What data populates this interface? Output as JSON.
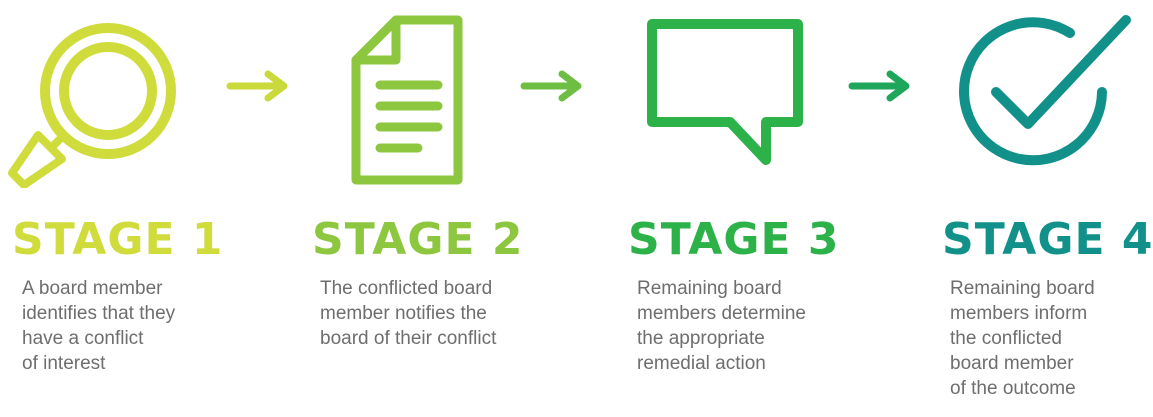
{
  "colors": {
    "stage1": "#cfdc3c",
    "stage2": "#8dc63f",
    "stage3": "#2db24a",
    "stage4": "#12918a",
    "arrow1": "#c9da3a",
    "arrow2": "#6fbe44",
    "arrow3": "#1ea75a",
    "text": "#6e6e6e"
  },
  "stages": [
    {
      "title": "STAGE 1",
      "description": "A board member\nidentifies that they\nhave a conflict\nof interest",
      "icon": "magnifying-glass-icon"
    },
    {
      "title": "STAGE 2",
      "description": "The conflicted board\nmember notifies the\nboard of their conflict",
      "icon": "document-icon"
    },
    {
      "title": "STAGE 3",
      "description": "Remaining board\nmembers determine\nthe appropriate\nremedial action",
      "icon": "speech-bubble-icon"
    },
    {
      "title": "STAGE 4",
      "description": "Remaining board\nmembers inform\nthe conflicted\nboard member\nof the outcome",
      "icon": "checkmark-circle-icon"
    }
  ]
}
